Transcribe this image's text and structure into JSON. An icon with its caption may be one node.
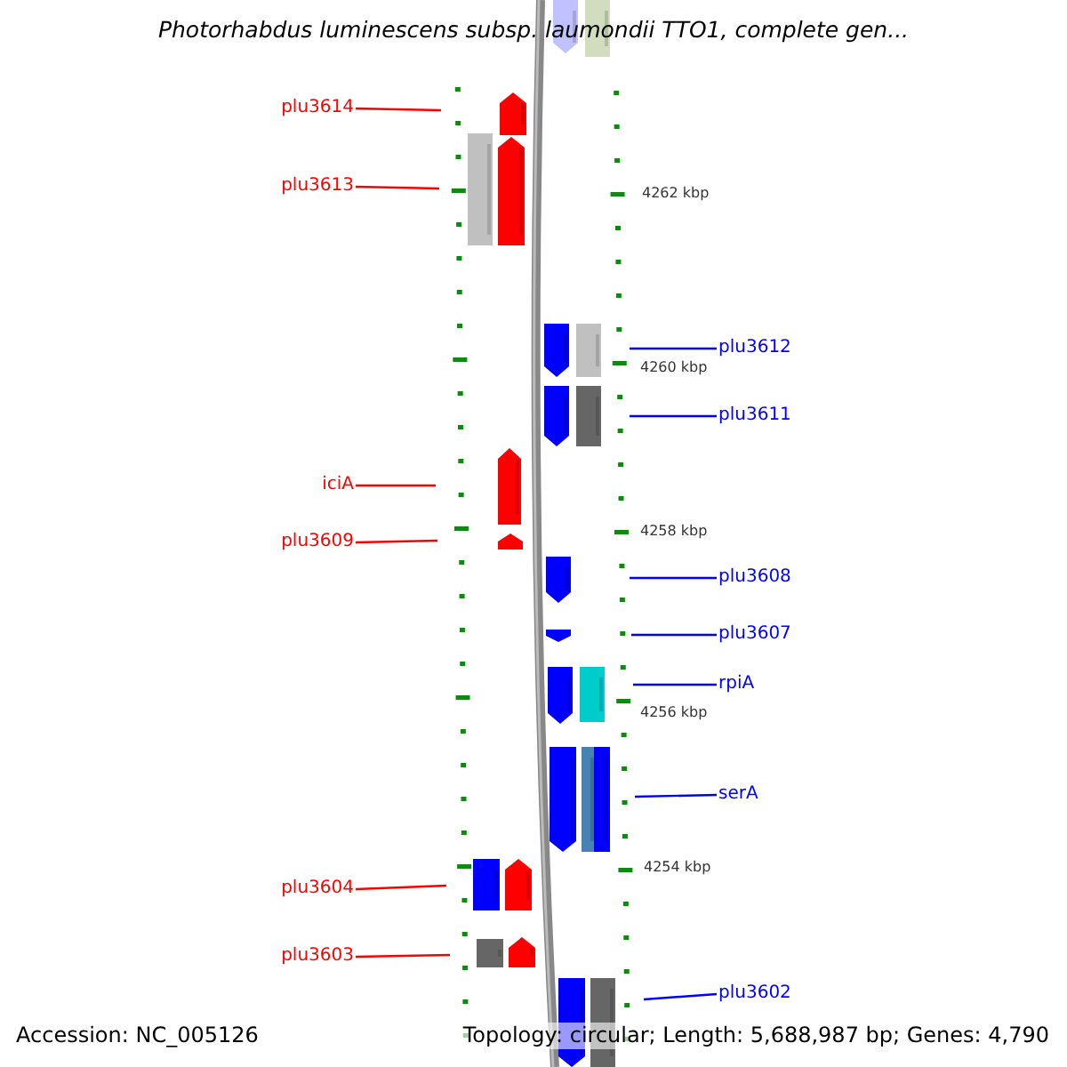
{
  "diagram": {
    "title": "Photorhabdus luminescens subsp. laumondii TTO1, complete gen...",
    "nodes": [
      {
        "text": [
          "plu3614"
        ]
      },
      {
        "text": [
          "plu3613"
        ]
      },
      {
        "text": [
          "plu3612"
        ]
      },
      {
        "text": [
          "plu3611"
        ]
      },
      {
        "text": [
          "iciA"
        ]
      },
      {
        "text": [
          "plu3609"
        ]
      },
      {
        "text": [
          "plu3608"
        ]
      },
      {
        "text": [
          "plu3607"
        ]
      },
      {
        "text": [
          "rpiA"
        ]
      },
      {
        "text": [
          "serA"
        ]
      },
      {
        "text": [
          "plu3604"
        ]
      },
      {
        "text": [
          "plu3603"
        ]
      },
      {
        "text": [
          "plu3602"
        ]
      }
    ],
    "edges": [
      {
        "from": 0,
        "to": null,
        "arrow": "none",
        "color": "#ff0000"
      },
      {
        "from": 1,
        "to": null,
        "arrow": "none",
        "color": "#ff0000"
      },
      {
        "from": 2,
        "to": null,
        "arrow": "none"
      },
      {
        "from": 3,
        "to": null,
        "arrow": "none"
      },
      {
        "from": 4,
        "to": null,
        "arrow": "none",
        "color": "#ff0000"
      },
      {
        "from": 5,
        "to": null,
        "arrow": "none",
        "color": "#ff0000"
      },
      {
        "from": 6,
        "to": null,
        "arrow": "none"
      },
      {
        "from": 7,
        "to": null,
        "arrow": "none"
      },
      {
        "from": 8,
        "to": null,
        "arrow": "none"
      },
      {
        "from": 9,
        "to": null,
        "arrow": "none"
      },
      {
        "from": 10,
        "to": null,
        "arrow": "none",
        "color": "#ff0000"
      },
      {
        "from": 11,
        "to": null,
        "arrow": "none",
        "color": "#ff0000"
      },
      {
        "from": 12,
        "to": null,
        "arrow": "none"
      }
    ],
    "labels": [
      "4262 kbp",
      "4260 kbp",
      "4258 kbp",
      "4256 kbp",
      "4254 kbp",
      "Accession: NC_005126",
      "Topology: circular; Length: 5,688,987 bp; Genes: 4,790"
    ]
  }
}
